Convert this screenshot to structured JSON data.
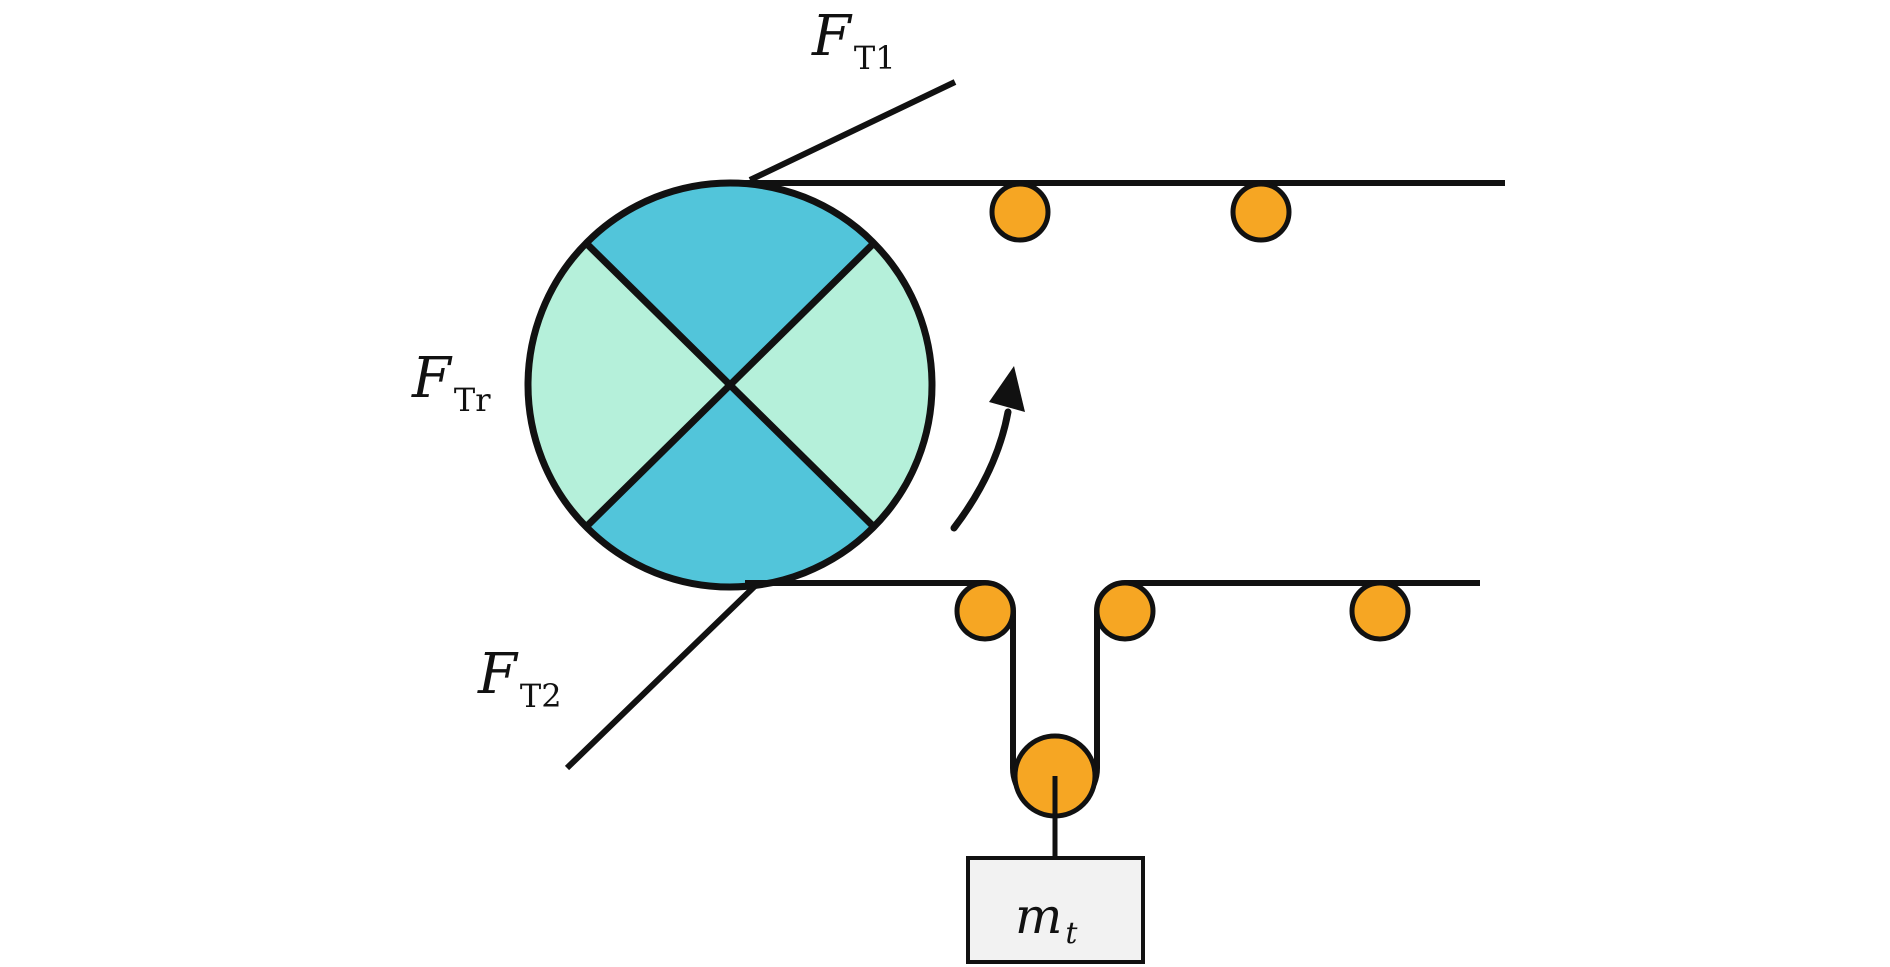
{
  "labels": {
    "f_t1": {
      "main": "F",
      "sub": "T1"
    },
    "f_tr": {
      "main": "F",
      "sub": "Tr"
    },
    "f_t2": {
      "main": "F",
      "sub": "T2"
    },
    "mass": {
      "main": "m",
      "sub": "t"
    }
  },
  "colors": {
    "drum_dark": "#52C5DA",
    "drum_light": "#B5F0DA",
    "roller": "#F6A623",
    "line": "#111111",
    "mass_box": "#F2F2F2"
  },
  "icons": {
    "rotation": "curved-arrow-icon"
  }
}
